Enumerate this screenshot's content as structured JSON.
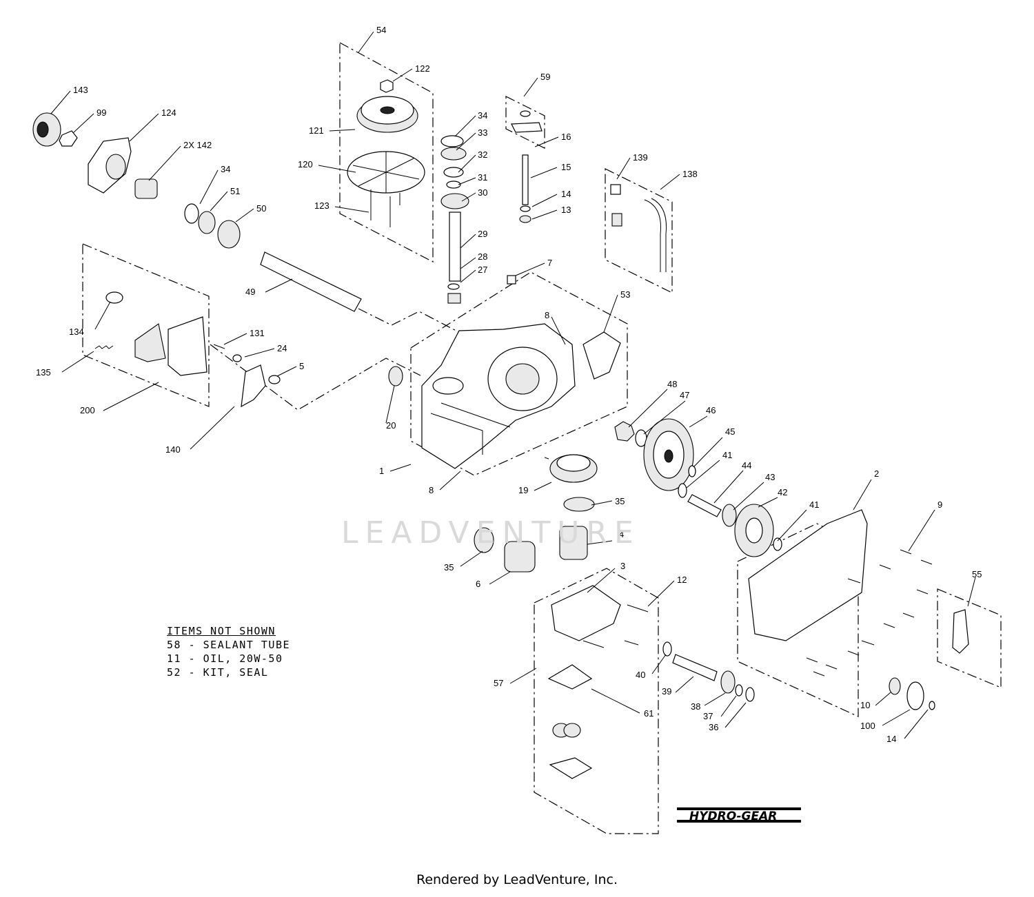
{
  "callouts": [
    {
      "id": "c54",
      "label": "54"
    },
    {
      "id": "c122",
      "label": "122"
    },
    {
      "id": "c121",
      "label": "121"
    },
    {
      "id": "c120",
      "label": "120"
    },
    {
      "id": "c123",
      "label": "123"
    },
    {
      "id": "c34a",
      "label": "34"
    },
    {
      "id": "c33",
      "label": "33"
    },
    {
      "id": "c32",
      "label": "32"
    },
    {
      "id": "c31",
      "label": "31"
    },
    {
      "id": "c30",
      "label": "30"
    },
    {
      "id": "c29",
      "label": "29"
    },
    {
      "id": "c28",
      "label": "28"
    },
    {
      "id": "c27",
      "label": "27"
    },
    {
      "id": "c59",
      "label": "59"
    },
    {
      "id": "c16",
      "label": "16"
    },
    {
      "id": "c15",
      "label": "15"
    },
    {
      "id": "c14a",
      "label": "14"
    },
    {
      "id": "c13",
      "label": "13"
    },
    {
      "id": "c139",
      "label": "139"
    },
    {
      "id": "c138",
      "label": "138"
    },
    {
      "id": "c143",
      "label": "143"
    },
    {
      "id": "c99",
      "label": "99"
    },
    {
      "id": "c124",
      "label": "124"
    },
    {
      "id": "c142",
      "label": "2X 142"
    },
    {
      "id": "c34b",
      "label": "34"
    },
    {
      "id": "c51",
      "label": "51"
    },
    {
      "id": "c50",
      "label": "50"
    },
    {
      "id": "c49",
      "label": "49"
    },
    {
      "id": "c7",
      "label": "7"
    },
    {
      "id": "c8a",
      "label": "8"
    },
    {
      "id": "c53",
      "label": "53"
    },
    {
      "id": "c134",
      "label": "134"
    },
    {
      "id": "c135",
      "label": "135"
    },
    {
      "id": "c200",
      "label": "200"
    },
    {
      "id": "c131",
      "label": "131"
    },
    {
      "id": "c24",
      "label": "24"
    },
    {
      "id": "c5",
      "label": "5"
    },
    {
      "id": "c140",
      "label": "140"
    },
    {
      "id": "c20",
      "label": "20"
    },
    {
      "id": "c1",
      "label": "1"
    },
    {
      "id": "c8b",
      "label": "8"
    },
    {
      "id": "c19",
      "label": "19"
    },
    {
      "id": "c48",
      "label": "48"
    },
    {
      "id": "c47",
      "label": "47"
    },
    {
      "id": "c46",
      "label": "46"
    },
    {
      "id": "c45",
      "label": "45"
    },
    {
      "id": "c41a",
      "label": "41"
    },
    {
      "id": "c44",
      "label": "44"
    },
    {
      "id": "c43",
      "label": "43"
    },
    {
      "id": "c42",
      "label": "42"
    },
    {
      "id": "c41b",
      "label": "41"
    },
    {
      "id": "c2",
      "label": "2"
    },
    {
      "id": "c35a",
      "label": "35"
    },
    {
      "id": "c4",
      "label": "4"
    },
    {
      "id": "c35b",
      "label": "35"
    },
    {
      "id": "c6",
      "label": "6"
    },
    {
      "id": "c3",
      "label": "3"
    },
    {
      "id": "c12",
      "label": "12"
    },
    {
      "id": "c9",
      "label": "9"
    },
    {
      "id": "c55",
      "label": "55"
    },
    {
      "id": "c57",
      "label": "57"
    },
    {
      "id": "c40",
      "label": "40"
    },
    {
      "id": "c39",
      "label": "39"
    },
    {
      "id": "c61",
      "label": "61"
    },
    {
      "id": "c38",
      "label": "38"
    },
    {
      "id": "c37",
      "label": "37"
    },
    {
      "id": "c36",
      "label": "36"
    },
    {
      "id": "c10",
      "label": "10"
    },
    {
      "id": "c100",
      "label": "100"
    },
    {
      "id": "c14b",
      "label": "14"
    }
  ],
  "notes": {
    "heading": "ITEMS NOT SHOWN",
    "items": [
      "58 - SEALANT TUBE",
      "11 - OIL, 20W-50",
      "52 - KIT, SEAL"
    ]
  },
  "logo_text": "HYDRO-GEAR",
  "watermark": "LEADVENTURE",
  "credit": "Rendered by LeadVenture, Inc."
}
